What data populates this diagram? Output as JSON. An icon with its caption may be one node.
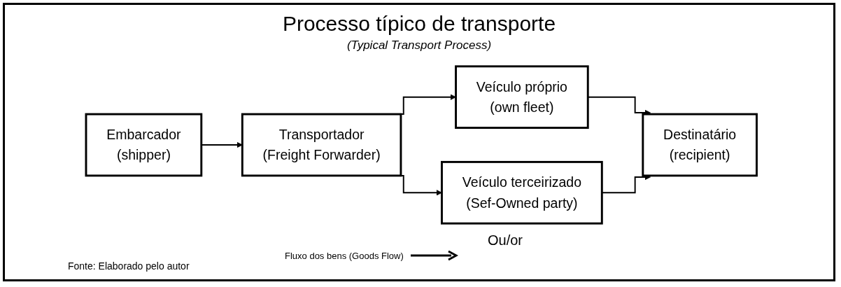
{
  "diagram": {
    "title": "Processo típico de transporte",
    "caption": "Fonte: Elaborado pelo autor",
    "nodes": [
      {
        "text": [
          "Embarcador",
          "(shipper)"
        ]
      },
      {
        "text": [
          "Transportador",
          "(Freight Forwarder)"
        ]
      },
      {
        "text": [
          "Veículo próprio",
          "(own fleet)"
        ]
      },
      {
        "text": [
          "Veículo terceirizado",
          "(Sef-Owned party)"
        ]
      },
      {
        "text": [
          "Destinatário",
          "(recipient)"
        ]
      }
    ],
    "edges": [
      {
        "from": 0,
        "to": 1,
        "arrow": "to"
      },
      {
        "from": 1,
        "to": 2,
        "arrow": "to"
      },
      {
        "from": 1,
        "to": 3,
        "arrow": "to"
      },
      {
        "from": 2,
        "to": 4,
        "arrow": "to"
      },
      {
        "from": 3,
        "to": 4,
        "arrow": "to"
      }
    ],
    "labels": [
      "(Typical Transport Process)",
      "Ou/or"
    ],
    "legend": [
      {
        "text": "Fluxo dos bens (Goods Flow)"
      }
    ]
  }
}
